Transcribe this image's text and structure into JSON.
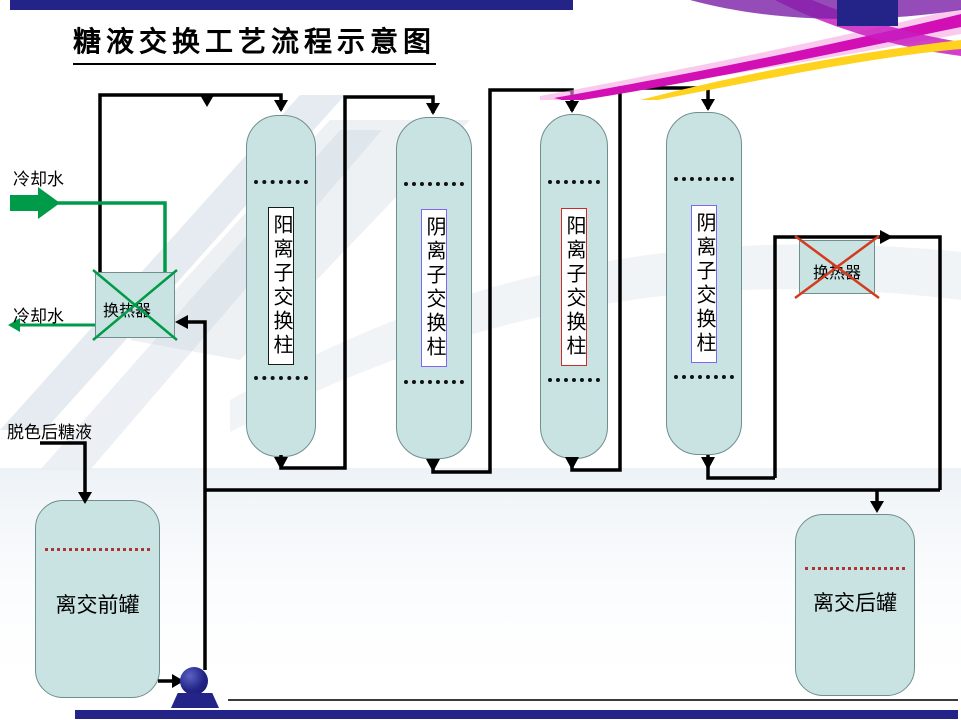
{
  "title": "糖液交换工艺流程示意图",
  "labels": {
    "cooling_water_in": "冷却水",
    "cooling_water_out": "冷却水",
    "feed": "脱色后糖液"
  },
  "columns": [
    {
      "name": "阳离子交换柱",
      "border_color": "#1a1a1a"
    },
    {
      "name": "阴离子交换柱",
      "border_color": "#7b68ee"
    },
    {
      "name": "阳离子交换柱",
      "border_color": "#cc2b2b"
    },
    {
      "name": "阴离子交换柱",
      "border_color": "#7b68ee"
    }
  ],
  "heat_exchangers": [
    {
      "label": "换热器",
      "cross_color": "#009b48"
    },
    {
      "label": "换热器",
      "cross_color": "#d63a1e"
    }
  ],
  "tanks": [
    {
      "label": "离交前罐"
    },
    {
      "label": "离交后罐"
    }
  ],
  "colors": {
    "navy": "#232388",
    "pipe_black": "#000000",
    "cooling_green": "#009b48",
    "vessel_fill": "#c9e3e2",
    "swoosh_magenta": "#d10fb4",
    "swoosh_yellow": "#ffd21e",
    "tank_dotted_red": "#b03333"
  }
}
